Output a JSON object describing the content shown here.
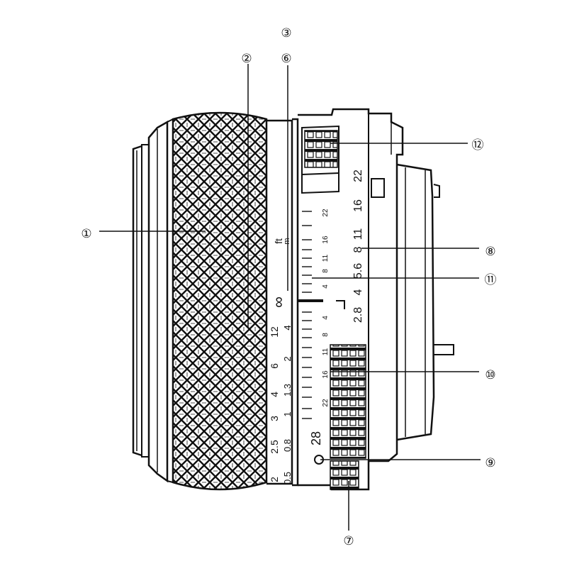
{
  "callouts": [
    {
      "id": "1",
      "symbol": "①"
    },
    {
      "id": "2",
      "symbol": "②"
    },
    {
      "id": "3",
      "symbol": "③"
    },
    {
      "id": "6",
      "symbol": "⑥"
    },
    {
      "id": "12",
      "symbol": "⑫"
    },
    {
      "id": "8",
      "symbol": "⑧"
    },
    {
      "id": "11",
      "symbol": "⑪"
    },
    {
      "id": "10",
      "symbol": "⑩"
    },
    {
      "id": "9",
      "symbol": "⑨"
    },
    {
      "id": "7",
      "symbol": "⑦"
    }
  ],
  "focus_scale": {
    "unit_label": "ft",
    "unit_label_m": "m",
    "infinity": "∞",
    "feet_values": [
      "12",
      "6",
      "4",
      "3",
      "2.5",
      "2"
    ],
    "meter_values": [
      "4",
      "2",
      "1.3",
      "1",
      "0.8",
      "0.5"
    ]
  },
  "dof_scale": {
    "values_upper": [
      "22",
      "16",
      "11",
      "8",
      "4"
    ],
    "values_lower": [
      "4",
      "8",
      "11",
      "16",
      "22"
    ]
  },
  "aperture_scale": {
    "values": [
      "22",
      "16",
      "11",
      "8",
      "5.6",
      "4",
      "2.8"
    ]
  },
  "focal_length": "28"
}
